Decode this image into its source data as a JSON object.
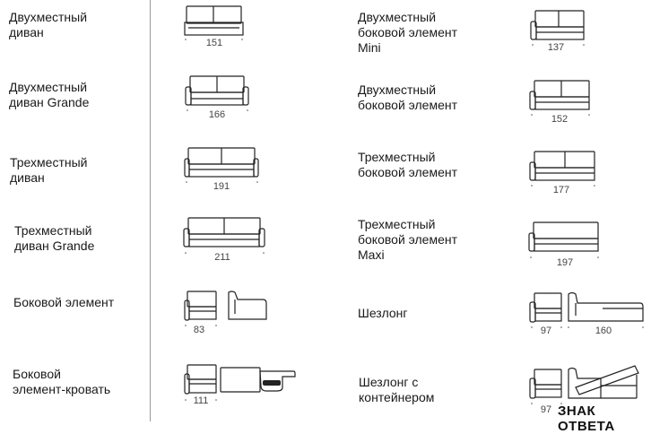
{
  "left_column": [
    {
      "label": "Двухместный\nдиван",
      "size": "151"
    },
    {
      "label": "Двухместный\nдиван Grande",
      "size": "166"
    },
    {
      "label": "Трехместный\nдиван",
      "size": "191"
    },
    {
      "label": "Трехместный\nдиван Grande",
      "size": "211"
    },
    {
      "label": "Боковой элемент",
      "size": "83"
    },
    {
      "label": "Боковой\nэлемент-кровать",
      "size": "111"
    }
  ],
  "right_column": [
    {
      "label": "Двухместный\nбоковой элемент\nMini",
      "size": "137"
    },
    {
      "label": "Двухместный\nбоковой элемент",
      "size": "152"
    },
    {
      "label": "Трехместный\nбоковой элемент",
      "size": "177"
    },
    {
      "label": "Трехместный\nбоковой элемент\nMaxi",
      "size": "197"
    },
    {
      "label": "Шезлонг",
      "size": "97",
      "size2": "160"
    },
    {
      "label": "Шезлонг с\nконтейнером",
      "size": "97"
    }
  ],
  "watermark": "ЗНАК ОТВЕТА"
}
